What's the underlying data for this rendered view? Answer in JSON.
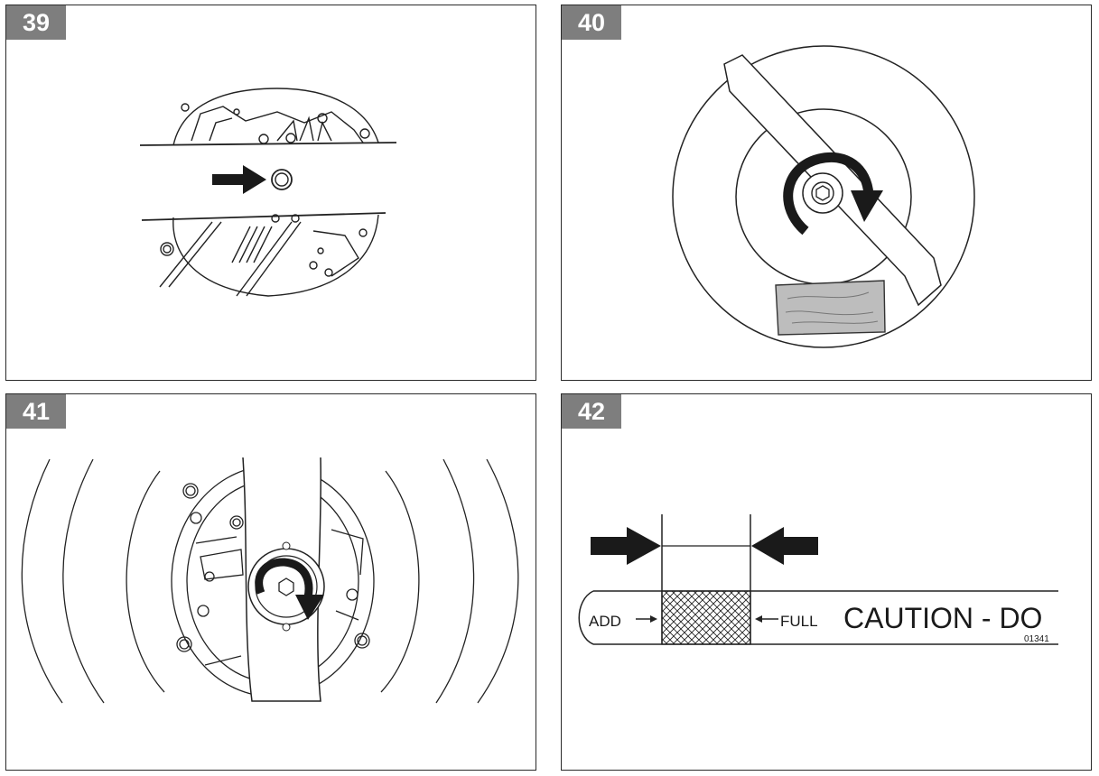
{
  "figures": [
    {
      "number": "39"
    },
    {
      "number": "40"
    },
    {
      "number": "41"
    },
    {
      "number": "42"
    }
  ],
  "dipstick": {
    "add_label": "ADD",
    "full_label": "FULL",
    "caution_text": "CAUTION - DO",
    "part_code": "01341"
  }
}
